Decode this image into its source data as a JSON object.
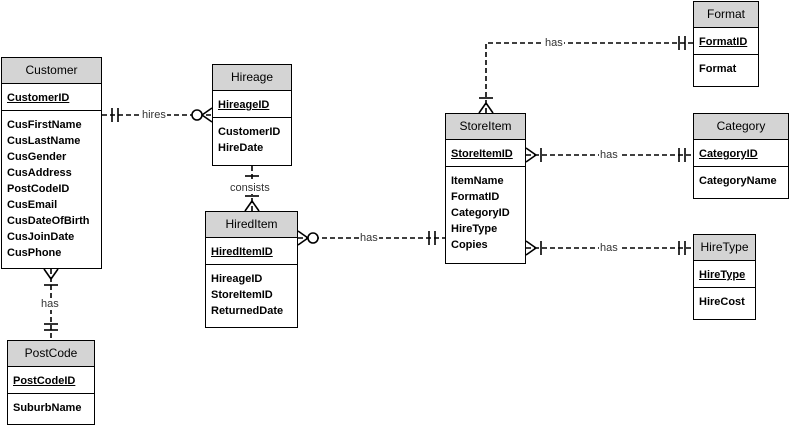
{
  "entities": {
    "customer": {
      "title": "Customer",
      "pk": "CustomerID",
      "attrs": [
        "CusFirstName",
        "CusLastName",
        "CusGender",
        "CusAddress",
        "PostCodeID",
        "CusEmail",
        "CusDateOfBirth",
        "CusJoinDate",
        "CusPhone"
      ]
    },
    "postcode": {
      "title": "PostCode",
      "pk": "PostCodeID",
      "attrs": [
        "SuburbName"
      ]
    },
    "hireage": {
      "title": "Hireage",
      "pk": "HireageID",
      "attrs": [
        "CustomerID",
        "HireDate"
      ]
    },
    "hireditem": {
      "title": "HiredItem",
      "pk": "HiredItemID",
      "attrs": [
        "HireageID",
        "StoreItemID",
        "ReturnedDate"
      ]
    },
    "storeitem": {
      "title": "StoreItem",
      "pk": "StoreItemID",
      "attrs": [
        "ItemName",
        "FormatID",
        "CategoryID",
        "HireType",
        "Copies"
      ]
    },
    "format": {
      "title": "Format",
      "pk": "FormatID",
      "attrs": [
        "Format"
      ]
    },
    "category": {
      "title": "Category",
      "pk": "CategoryID",
      "attrs": [
        "CategoryName"
      ]
    },
    "hiretype": {
      "title": "HireType",
      "pk": "HireType",
      "attrs": [
        "HireCost"
      ]
    }
  },
  "relationships": {
    "hires": "hires",
    "consists": "consists",
    "has_postcode": "has",
    "has_hireditem_storeitem": "has",
    "has_format": "has",
    "has_category": "has",
    "has_hiretype": "has"
  }
}
